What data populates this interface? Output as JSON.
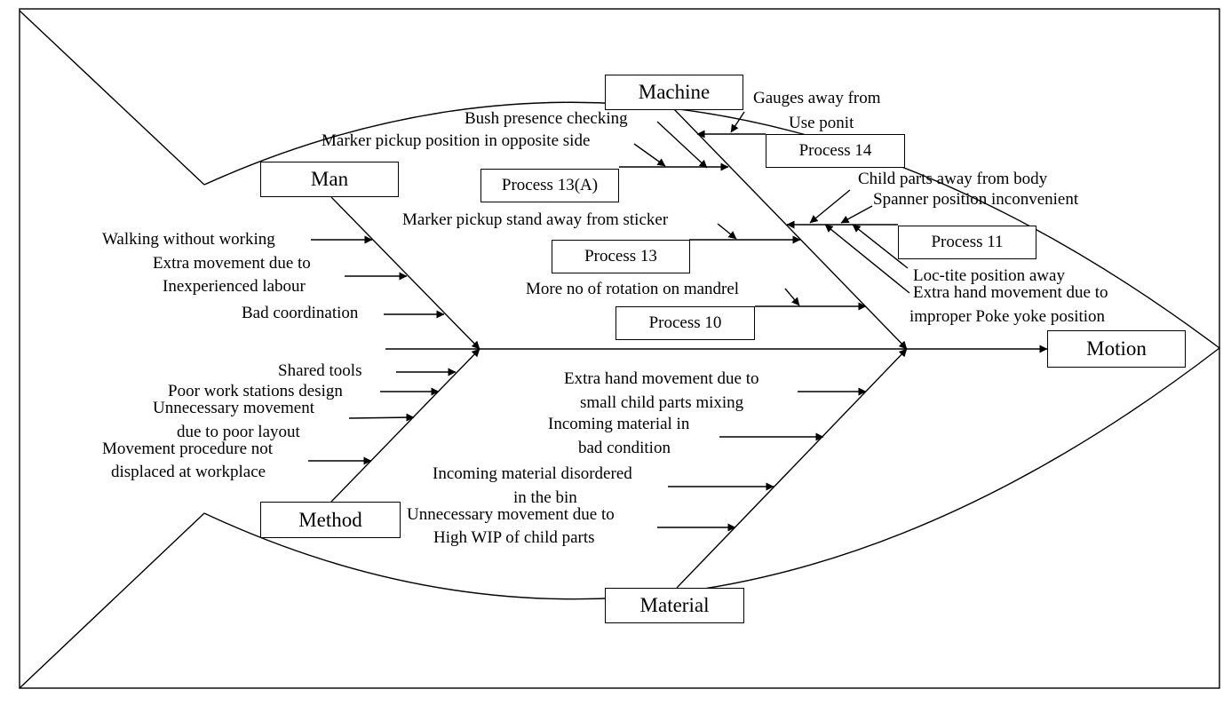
{
  "effect": "Motion",
  "categories": {
    "man": "Man",
    "machine": "Machine",
    "method": "Method",
    "material": "Material"
  },
  "processes": {
    "p14": "Process 14",
    "p13a": "Process 13(A)",
    "p13": "Process 13",
    "p11": "Process 11",
    "p10": "Process 10"
  },
  "causes": {
    "man": [
      "Walking without working",
      "Extra movement due to",
      "Inexperienced labour",
      "Bad coordination"
    ],
    "method": [
      "Shared tools",
      "Poor work stations design",
      "Unnecessary movement",
      "due to poor layout",
      "Movement procedure not",
      "displaced at workplace"
    ],
    "machine": [
      "Bush presence checking",
      "Marker pickup position in opposite side",
      "Gauges away from",
      "Use ponit",
      "Marker pickup stand away from sticker",
      "More no of rotation on  mandrel",
      "Child parts away from body",
      "Spanner position inconvenient",
      "Loc-tite position away",
      "Extra hand movement due to",
      "improper Poke yoke position"
    ],
    "material": [
      "Extra hand movement due to",
      "small child parts mixing",
      "Incoming material in",
      "bad condition",
      "Incoming material disordered",
      "in the bin",
      "Unnecessary movement due to",
      "High WIP of child parts"
    ]
  }
}
